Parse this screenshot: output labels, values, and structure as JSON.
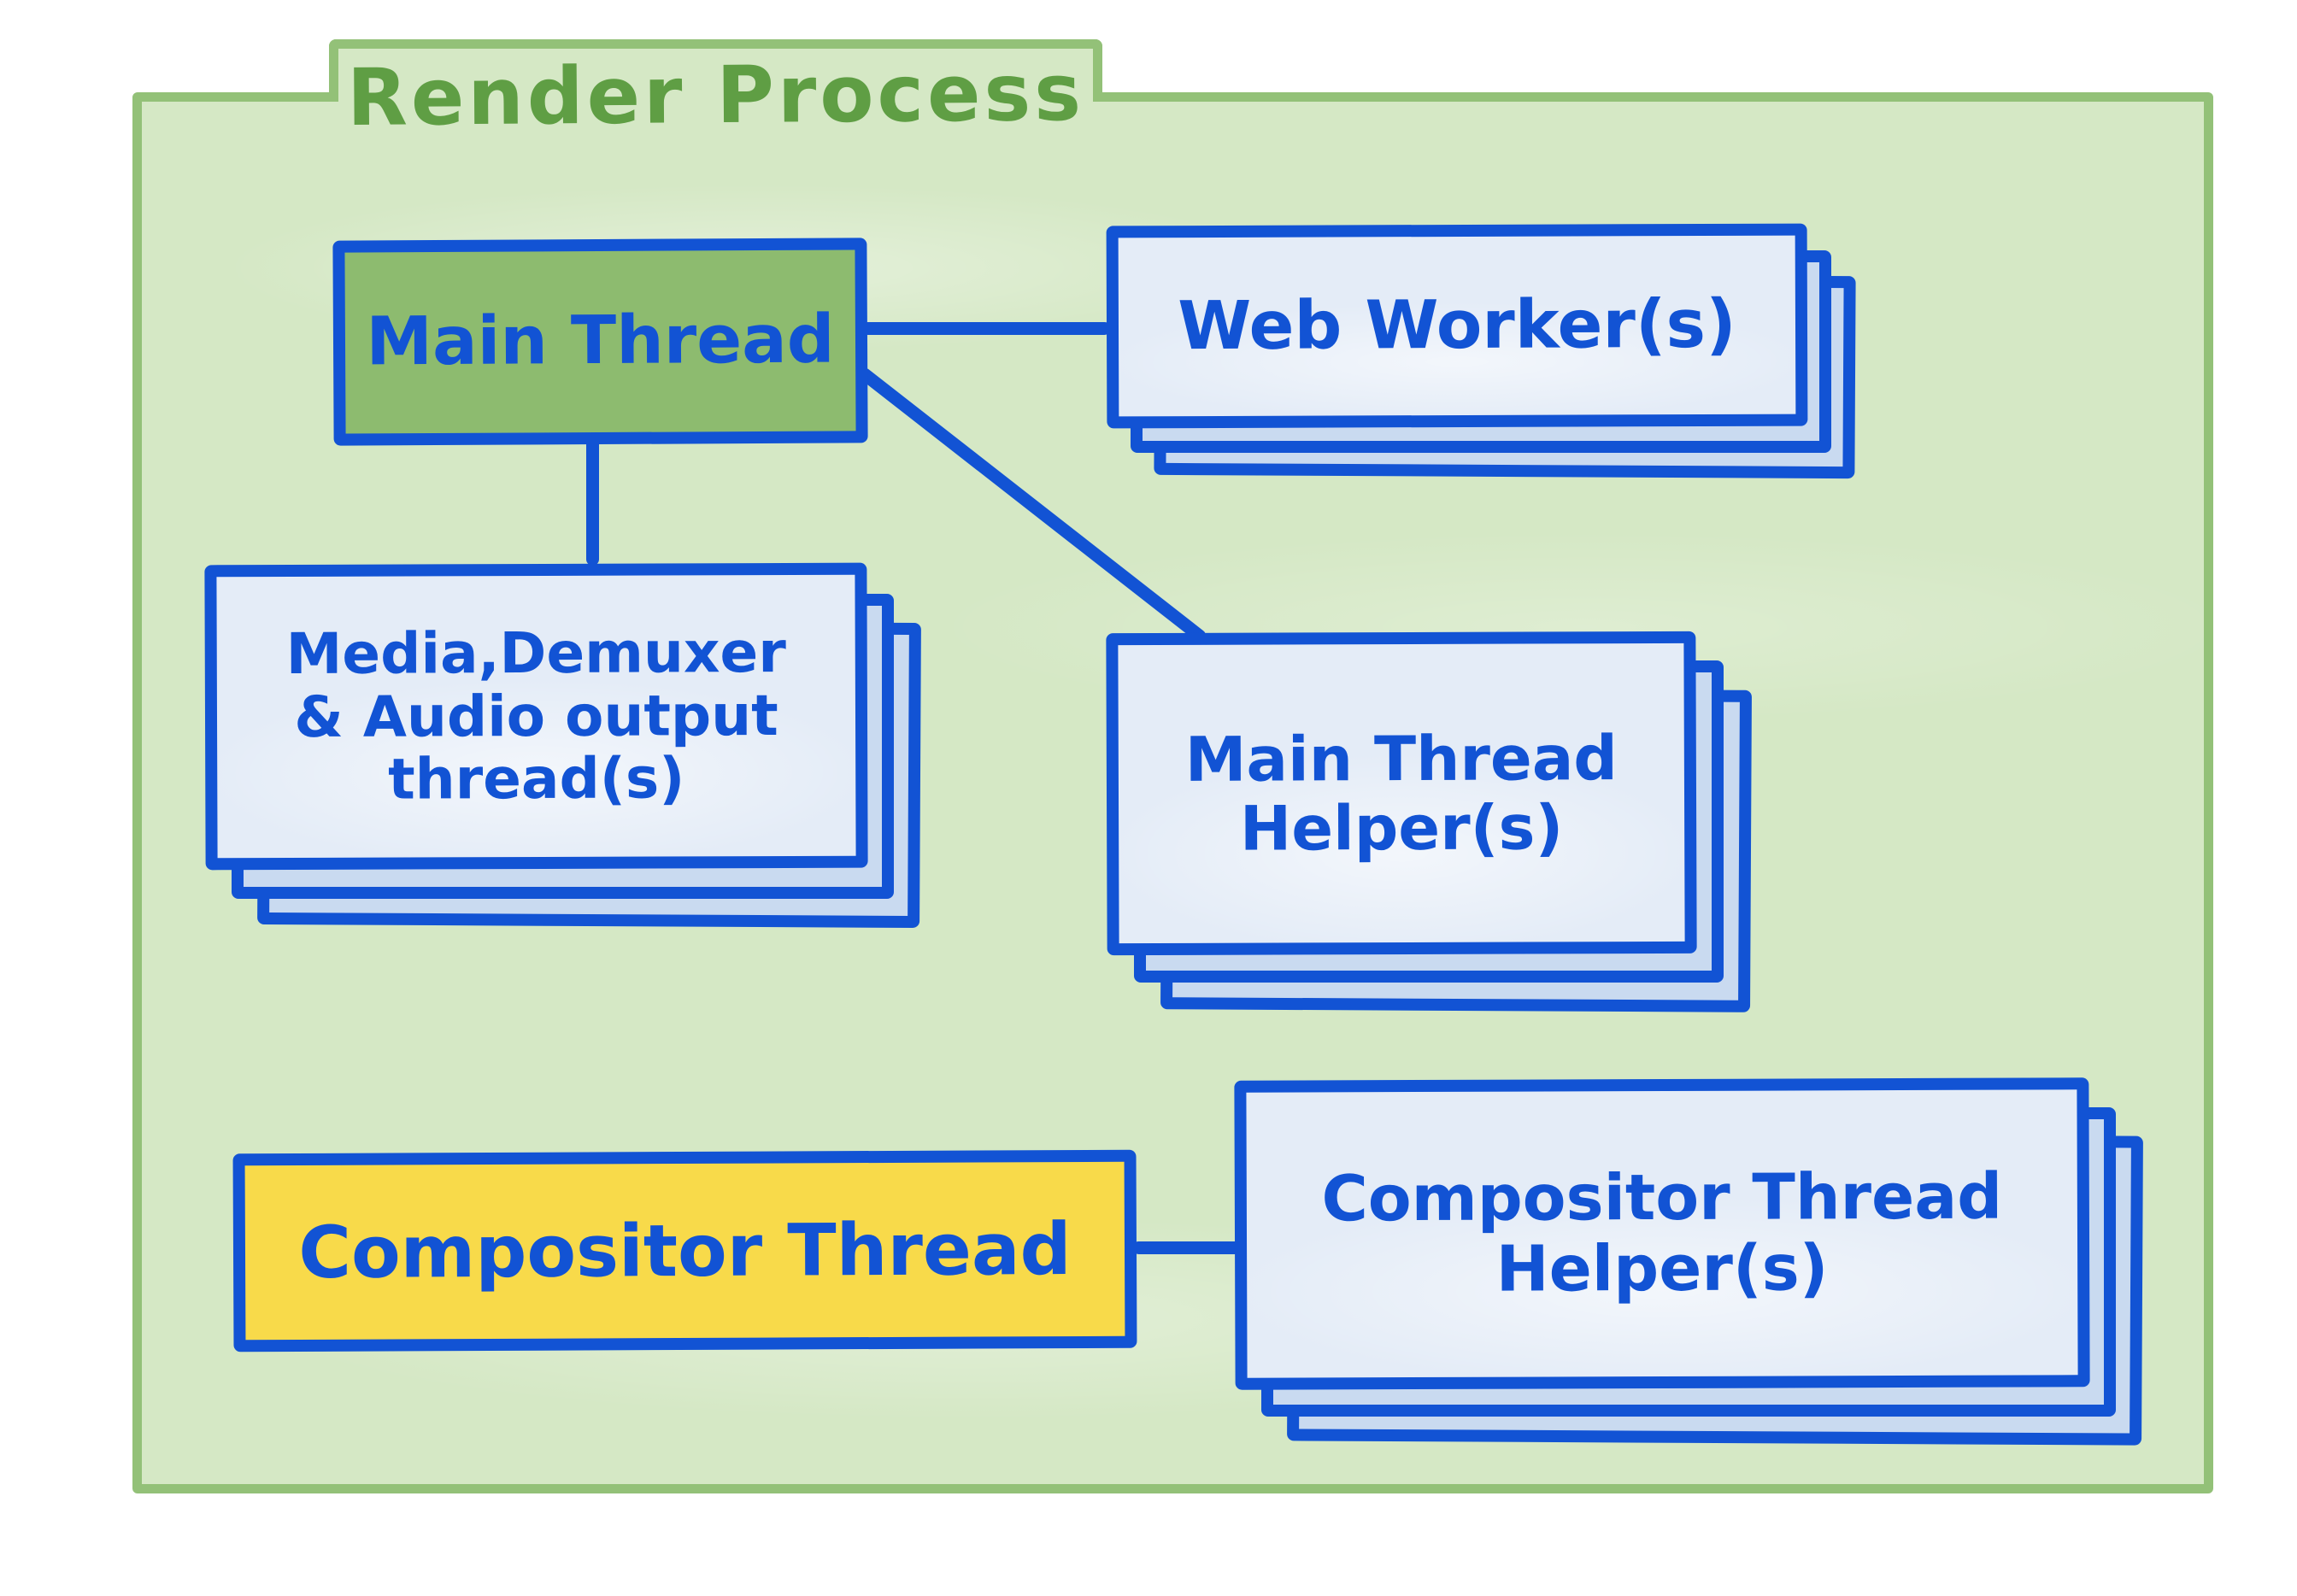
{
  "diagram": {
    "title": "Render Process",
    "nodes": {
      "main_thread": {
        "label": "Main Thread",
        "type": "single"
      },
      "web_workers": {
        "label": "Web Worker(s)",
        "type": "stack"
      },
      "media_demuxer": {
        "type": "stack",
        "lines": [
          "Media,Demuxer",
          "& Audio output",
          "thread(s)"
        ]
      },
      "main_thread_helpers": {
        "type": "stack",
        "lines": [
          "Main Thread",
          "Helper(s)"
        ]
      },
      "compositor_thread": {
        "label": "Compositor Thread",
        "type": "single"
      },
      "compositor_thread_helpers": {
        "type": "stack",
        "lines": [
          "Compositor Thread",
          "Helper(s)"
        ]
      }
    },
    "edges": [
      {
        "from": "main_thread",
        "to": "web_workers"
      },
      {
        "from": "main_thread",
        "to": "media_demuxer"
      },
      {
        "from": "main_thread",
        "to": "main_thread_helpers"
      },
      {
        "from": "compositor_thread",
        "to": "compositor_thread_helpers"
      }
    ],
    "colors": {
      "container_fill": "#d5e8c5",
      "container_border": "#93c178",
      "title_text": "#5f9e44",
      "blue": "#1253d4",
      "card_front_fill": "#e4ecf7",
      "card_back_fill": "#c9daf0",
      "main_thread_fill": "#8dbb6f",
      "compositor_fill": "#f8da4a"
    }
  }
}
